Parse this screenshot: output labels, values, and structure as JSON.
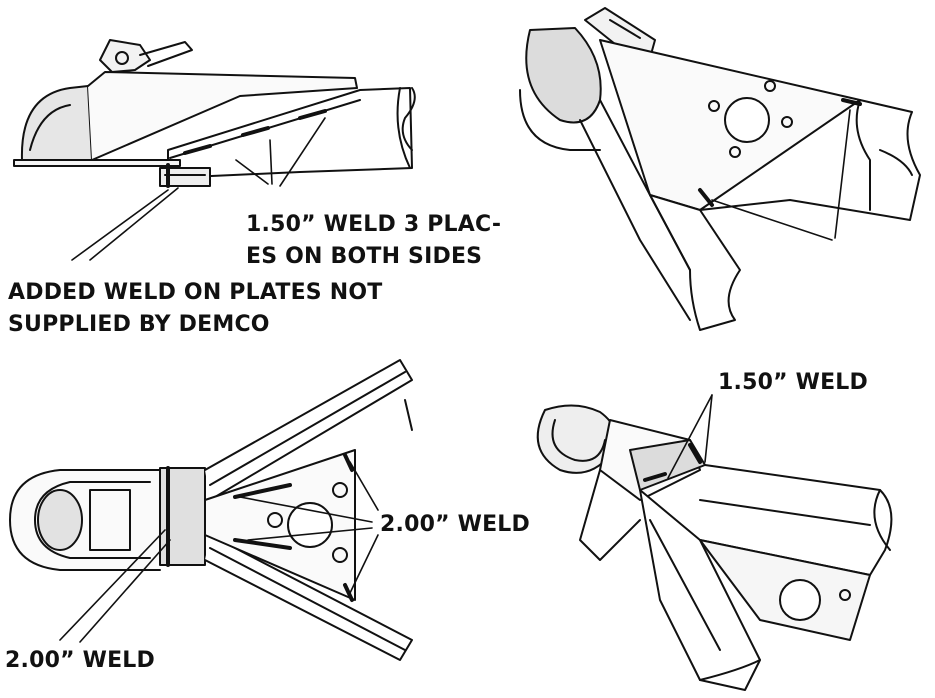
{
  "labels": {
    "weld_150_three_line1": "1.50” WELD 3 PLAC-",
    "weld_150_three_line2": "ES ON BOTH SIDES",
    "added_weld_line1": "ADDED WELD ON PLATES NOT",
    "added_weld_line2": "SUPPLIED BY DEMCO",
    "weld_200_right": "2.00” WELD",
    "weld_200_left": "2.00” WELD",
    "weld_150_right": "1.50” WELD"
  },
  "colors": {
    "line": "#111111",
    "background": "#ffffff",
    "shade": "#d8d8d8"
  }
}
